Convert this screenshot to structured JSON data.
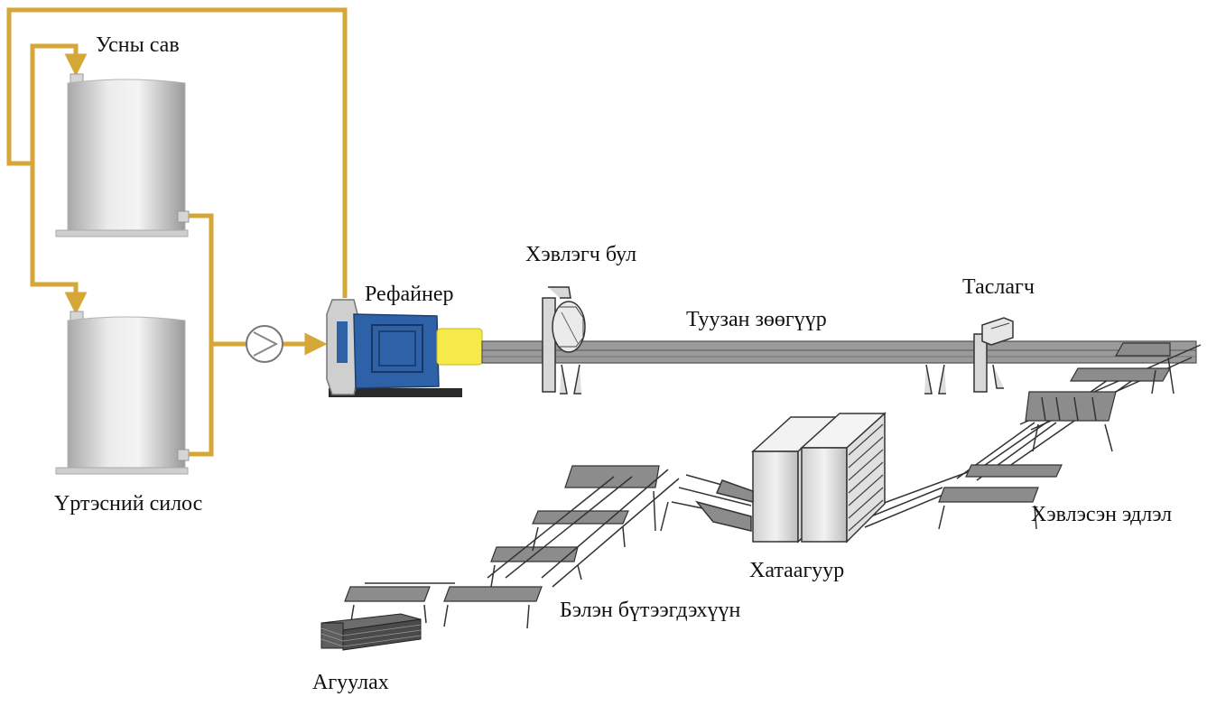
{
  "labels": {
    "water_tank": "Усны сав",
    "raw_material_silo": "Үртэсний силос",
    "refiner": "Рефайнер",
    "forming_roll": "Хэвлэгч бул",
    "fiber_conveyor": "Туузан зөөгүүр",
    "cutter": "Таслагч",
    "formed_sheet": "Хэвлэсэн эдлэл",
    "dryer": "Хатаагуур",
    "finished_product": "Бэлэн бүтээгдэхүүн",
    "storage": "Агуулах"
  },
  "colors": {
    "pipe": "#d4a736",
    "tank_body": "#d3d3d3",
    "tank_shadow": "#9a9a9a",
    "refiner_body": "#2d62a8",
    "motor": "#f6ea4a",
    "conveyor": "#7a7a7a",
    "sheet": "#8c8c8c",
    "frame": "#333333"
  },
  "icons": [
    "pump-icon",
    "flow-arrow-icon"
  ]
}
